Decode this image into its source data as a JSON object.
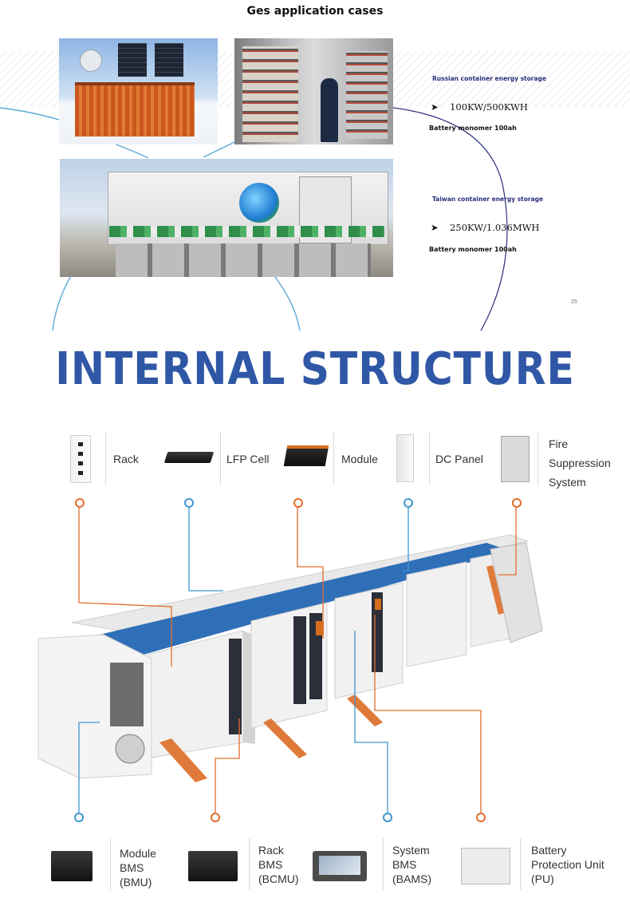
{
  "cases": {
    "title": "Ges application cases",
    "russia": {
      "title": "Russian container energy storage",
      "spec": "100KW/500KWH",
      "monomer": "Battery monomer 100ah"
    },
    "taiwan": {
      "title": "Taiwan container energy storage",
      "spec": "250KW/1.036MWH",
      "monomer": "Battery monomer 100ah"
    },
    "page_number": "25",
    "bullet": "➤"
  },
  "structure": {
    "headline": "INTERNAL STRUCTURE",
    "top_components": [
      {
        "label": "Rack"
      },
      {
        "label": "LFP Cell"
      },
      {
        "label": "Module"
      },
      {
        "label": "DC Panel"
      },
      {
        "label_lines": [
          "Fire",
          "Suppression",
          "System"
        ]
      }
    ],
    "bottom_components": [
      {
        "label_lines": [
          "Module",
          "BMS",
          "(BMU)"
        ]
      },
      {
        "label_lines": [
          "Rack",
          "BMS",
          "(BCMU)"
        ]
      },
      {
        "label_lines": [
          "System",
          "BMS",
          "(BAMS)"
        ]
      },
      {
        "label_lines": [
          "Battery",
          "Protection Unit",
          "(PU)"
        ]
      }
    ],
    "colors": {
      "orange": "#e46c2e",
      "blue": "#3f96d1",
      "headline": "#2f57a6",
      "roof": "#2f6fb8"
    }
  }
}
